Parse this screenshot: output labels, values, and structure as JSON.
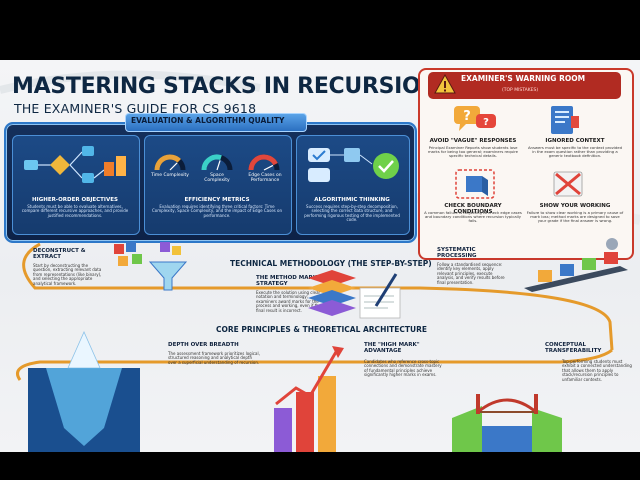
{
  "title": {
    "main": "MASTERING STACKS IN RECURSION:",
    "sub": "THE EXAMINER'S GUIDE FOR CS 9618"
  },
  "evaluation": {
    "heading": "EVALUATION & ALGORITHM QUALITY",
    "cards": [
      {
        "title": "HIGHER-ORDER OBJECTIVES",
        "body": "Students must be able to evaluate alternatives, compare different recursive approaches, and provide justified recommendations."
      },
      {
        "title": "EFFICIENCY METRICS",
        "body": "Evaluation requires identifying three critical factors: Time Complexity, Space Complexity, and the impact of Edge Cases on performance."
      },
      {
        "title": "ALGORITHMIC THINKING",
        "body": "Success requires step-by-step decomposition, selecting the correct data structure, and performing rigorous testing of the implemented code."
      }
    ],
    "gauges": [
      {
        "label": "Time Complexity",
        "level": 0.75,
        "color": "#e8a23a"
      },
      {
        "label": "Space Complexity",
        "level": 0.6,
        "color": "#3bd0c8"
      },
      {
        "label": "Edge Cases on Performance",
        "level": 0.85,
        "color": "#e0473c"
      }
    ]
  },
  "warning": {
    "title": "EXAMINER'S WARNING ROOM",
    "subtitle": "(TOP MISTAKES)",
    "items": [
      {
        "title": "AVOID \"VAGUE\" RESPONSES",
        "body": "Principal Examiner Reports show students lose marks for being too general; examiners require specific technical details."
      },
      {
        "title": "IGNORED CONTEXT",
        "body": "Answers must be specific to the context provided in the exam question rather than providing a generic textbook definition."
      },
      {
        "title": "CHECK BOUNDARY CONDITIONS",
        "body": "A common failure is forgetting to check edge cases and boundary conditions where recursion typically fails."
      },
      {
        "title": "SHOW YOUR WORKING",
        "body": "Failure to show clear working is a primary cause of mark loss; method marks are designed to save your grade if the final answer is wrong."
      }
    ]
  },
  "methodology": {
    "heading": "TECHNICAL METHODOLOGY (THE STEP-BY-STEP)",
    "steps": [
      {
        "title": "DECONSTRUCT & EXTRACT",
        "body": "Start by deconstructing the question, extracting relevant data from representations (like binary), and selecting the appropriate analytical framework."
      },
      {
        "title": "THE METHOD MARK STRATEGY",
        "body": "Execute the solution using clear notation and terminology; examiners award marks for the process and working, even if the final result is incorrect."
      },
      {
        "title": "SYSTEMATIC PROCESSING",
        "body": "Follow a standardised sequence: identify key elements, apply relevant principles, execute analysis, and verify results before final presentation."
      }
    ]
  },
  "principles": {
    "heading": "CORE PRINCIPLES & THEORETICAL ARCHITECTURE",
    "items": [
      {
        "title": "DEPTH OVER BREADTH",
        "body": "The assessment framework prioritizes logical, structured reasoning and analytical depth over a superficial understanding of recursion."
      },
      {
        "title": "THE \"HIGH MARK\" ADVANTAGE",
        "body": "Candidates who reference cross-topic connections and demonstrate mastery of fundamental principles achieve significantly higher marks in exams."
      },
      {
        "title": "CONCEPTUAL TRANSFERABILITY",
        "body": "Top-performing students must exhibit a connected understanding that allows them to apply stack/recursion principles to unfamiliar contexts."
      }
    ]
  },
  "colors": {
    "navy": "#0e2742",
    "panel_blue": "#15305c",
    "accent_blue": "#2d78c8",
    "warning_red": "#b12b22",
    "path_orange": "#e59a2b"
  }
}
